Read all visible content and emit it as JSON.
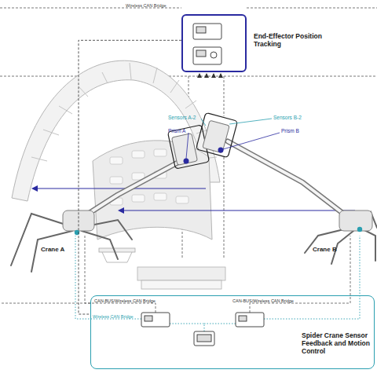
{
  "diagram": {
    "nodes": [
      {
        "text": [
          "End-Effector Position Tracking"
        ]
      },
      {
        "text": [
          "Spider Crane Sensor Feedback and Motion Control"
        ]
      }
    ],
    "edges": [
      {
        "from": 0,
        "to": 1,
        "arrow": "none"
      }
    ],
    "labels": [
      "Wireless CAN Bridge",
      "Sensors A-2",
      "Prism A",
      "Sensors B-2",
      "Prism B",
      "Crane A",
      "Crane B",
      "CAN-BUS/Wireless CAN Bridge",
      "Wireless CAN Bridge",
      "CAN-BUS/Wireless CAN Bridge"
    ]
  }
}
